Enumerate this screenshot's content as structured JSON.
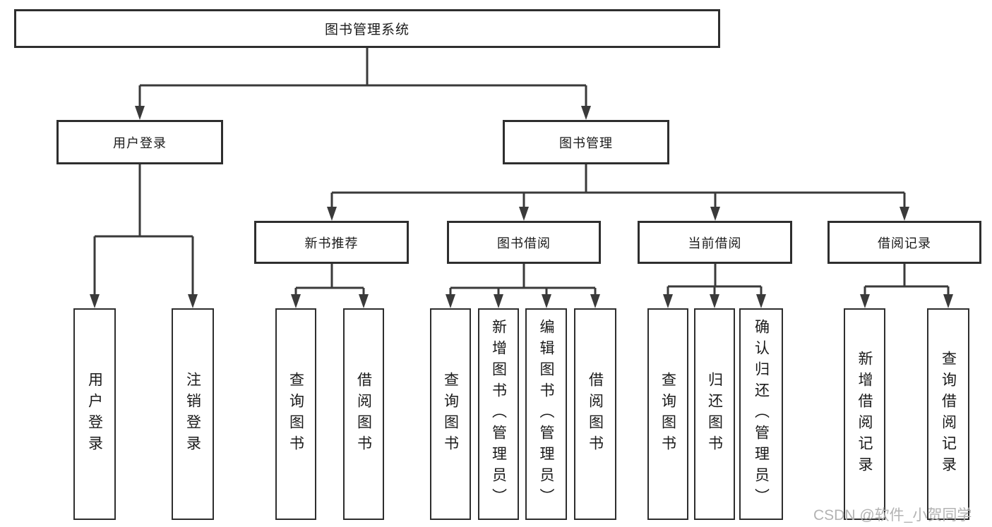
{
  "watermark": "CSDN @软件_小贺同学",
  "colors": {
    "line": "#3a3a3a",
    "border": "#2e2e2e",
    "text": "#1a1a1a",
    "watermark": "#b3b3b3",
    "background": "#ffffff"
  },
  "tree": {
    "root": {
      "label": "图书管理系统"
    },
    "branches": [
      {
        "label": "用户登录",
        "children": [
          {
            "label": "用户登录"
          },
          {
            "label": "注销登录"
          }
        ]
      },
      {
        "label": "图书管理",
        "sections": [
          {
            "label": "新书推荐",
            "children": [
              {
                "label": "查询图书"
              },
              {
                "label": "借阅图书"
              }
            ]
          },
          {
            "label": "图书借阅",
            "children": [
              {
                "label": "查询图书"
              },
              {
                "label": "新增图书（管理员）"
              },
              {
                "label": "编辑图书（管理员）"
              },
              {
                "label": "借阅图书"
              }
            ]
          },
          {
            "label": "当前借阅",
            "children": [
              {
                "label": "查询图书"
              },
              {
                "label": "归还图书"
              },
              {
                "label": "确认归还（管理员）"
              }
            ]
          },
          {
            "label": "借阅记录",
            "children": [
              {
                "label": "新增借阅记录"
              },
              {
                "label": "查询借阅记录"
              }
            ]
          }
        ]
      }
    ]
  }
}
